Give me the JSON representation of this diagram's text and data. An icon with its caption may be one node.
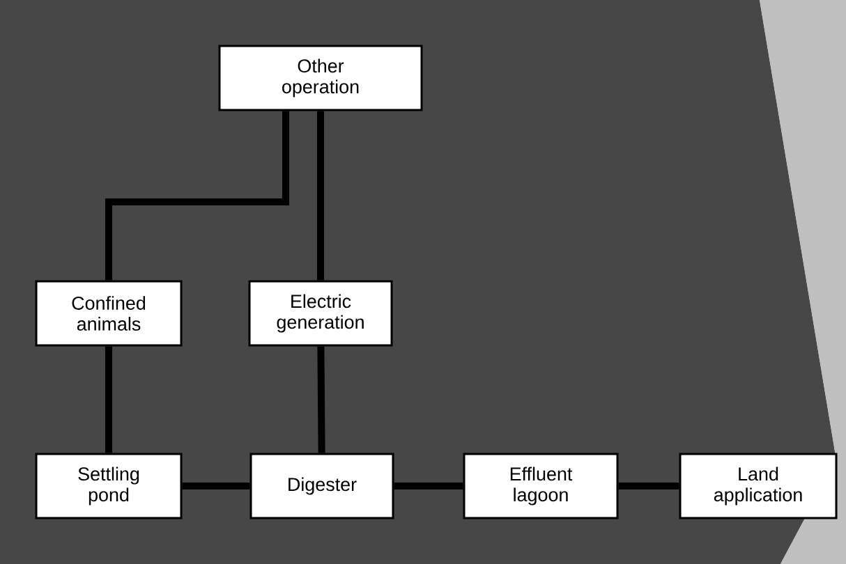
{
  "diagram": {
    "nodes": [
      {
        "text": [
          "Other operation"
        ]
      },
      {
        "text": [
          "Confined animals"
        ]
      },
      {
        "text": [
          "Electric generation"
        ]
      },
      {
        "text": [
          "Settling pond"
        ]
      },
      {
        "text": [
          "Digester"
        ]
      },
      {
        "text": [
          "Effluent lagoon"
        ]
      },
      {
        "text": [
          "Land application"
        ]
      }
    ],
    "edges": [
      {
        "from": 0,
        "to": 2,
        "arrow": "none"
      },
      {
        "from": 1,
        "to": 0,
        "arrow": "none"
      },
      {
        "from": 1,
        "to": 3,
        "arrow": "none"
      },
      {
        "from": 3,
        "to": 4,
        "arrow": "none"
      },
      {
        "from": 4,
        "to": 2,
        "arrow": "none"
      },
      {
        "from": 4,
        "to": 5,
        "arrow": "none"
      },
      {
        "from": 5,
        "to": 6,
        "arrow": "none"
      }
    ]
  }
}
